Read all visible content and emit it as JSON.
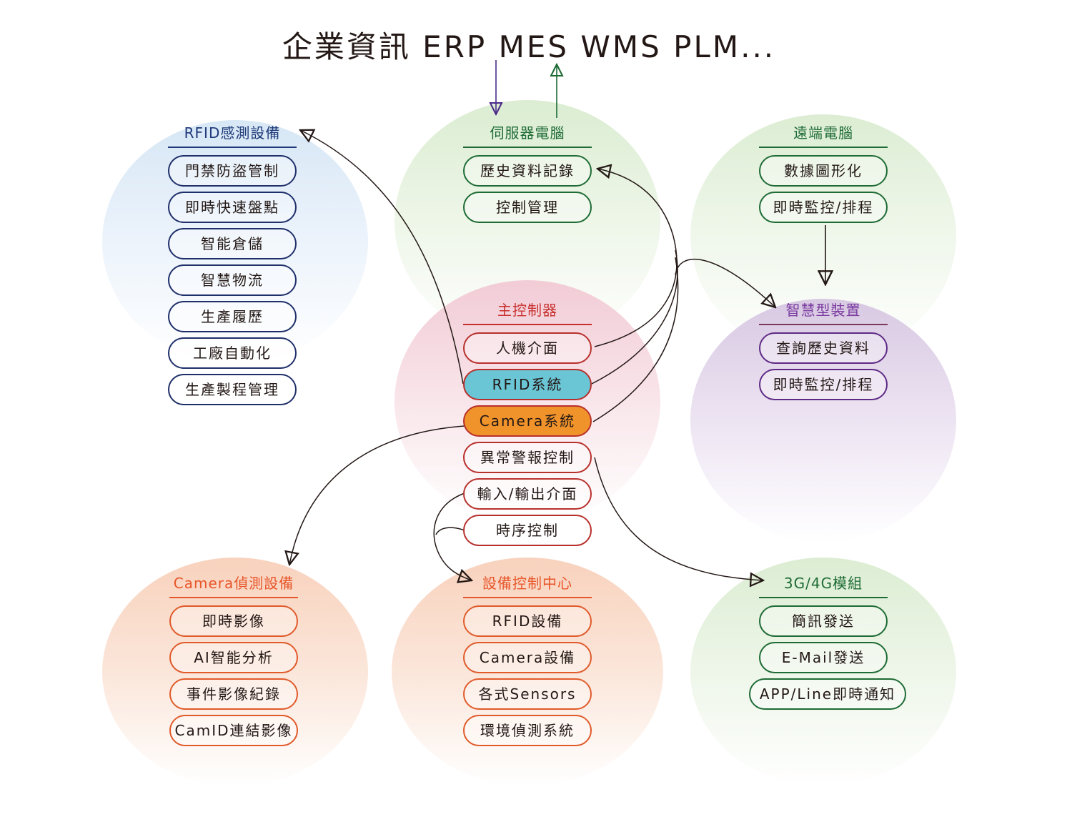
{
  "title": "企業資訊 ERP MES WMS PLM...",
  "groups": {
    "rfid_sensing": {
      "heading": "RFID感測設備",
      "items": [
        "門禁防盜管制",
        "即時快速盤點",
        "智能倉儲",
        "智慧物流",
        "生產履歷",
        "工廠自動化",
        "生產製程管理"
      ]
    },
    "server_computer": {
      "heading": "伺服器電腦",
      "items": [
        "歷史資料記錄",
        "控制管理"
      ]
    },
    "remote_computer": {
      "heading": "遠端電腦",
      "items": [
        "數據圖形化",
        "即時監控/排程"
      ]
    },
    "main_controller": {
      "heading": "主控制器",
      "items": [
        "人機介面",
        "RFID系統",
        "Camera系統",
        "異常警報控制",
        "輸入/輸出介面",
        "時序控制"
      ]
    },
    "smart_device": {
      "heading": "智慧型裝置",
      "items": [
        "查詢歷史資料",
        "即時監控/排程"
      ]
    },
    "camera_detection": {
      "heading": "Camera偵測設備",
      "items": [
        "即時影像",
        "AI智能分析",
        "事件影像紀錄",
        "CamID連結影像"
      ]
    },
    "device_control_center": {
      "heading": "設備控制中心",
      "items": [
        "RFID設備",
        "Camera設備",
        "各式Sensors",
        "環境偵測系統"
      ]
    },
    "network_module": {
      "heading": "3G/4G模組",
      "items": [
        "簡訊發送",
        "E-Mail發送",
        "APP/Line即時通知"
      ]
    }
  },
  "colors": {
    "rfid_highlight": "#6ac5d5",
    "camera_highlight": "#f0932a",
    "main_accent": "#c8302f",
    "green_accent": "#1e6b35",
    "navy_accent": "#1f3a7a",
    "purple_accent": "#7a3aa0",
    "orange_accent": "#e8562a"
  }
}
